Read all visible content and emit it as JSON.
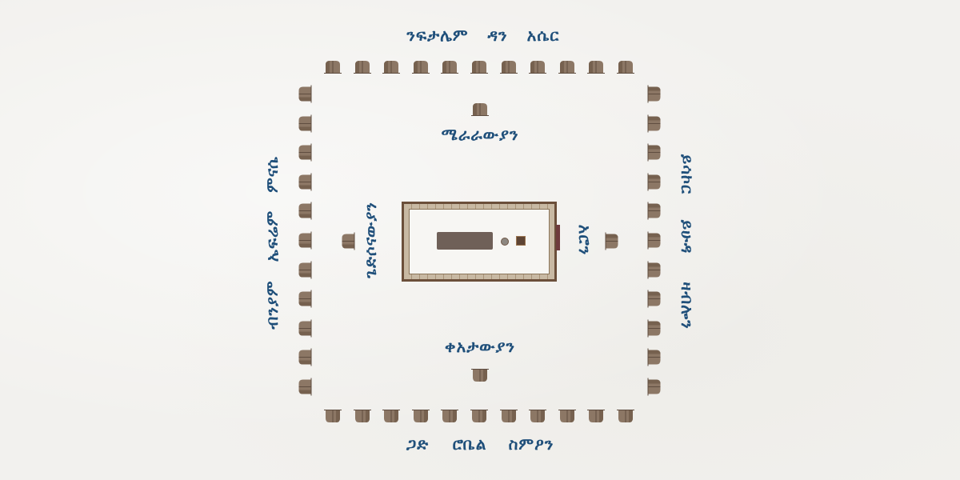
{
  "diagram": {
    "title_region": "Israelite camp arrangement around the tabernacle",
    "colors": {
      "background": "#f2f1ee",
      "label_text": "#1f4f7a",
      "tent_body": "#8c7765",
      "tent_dark": "#5f4d40",
      "tabernacle_border": "#6b4f3a",
      "entrance": "#6e3b3d"
    },
    "outer_tribes": {
      "north": [
        "ንፍታሌም",
        "ዳን",
        "አሴር"
      ],
      "south": [
        "ጋድ",
        "ሮቤል",
        "ስምዖን"
      ],
      "west": [
        "ምናሴ",
        "ኤፍሬም",
        "ብንያም"
      ],
      "east": [
        "ይሳኮር",
        "ይሁዳ",
        "ዛብሎን"
      ]
    },
    "levite_clans": {
      "north": "ሜራራውያን",
      "south": "ቀአታውያን",
      "west": "ጌድሶናውያን",
      "east": "አሮን"
    },
    "tents": {
      "top_row_count": 11,
      "bottom_row_count": 11,
      "left_column_count": 11,
      "right_column_count": 11,
      "inner_count": 4
    },
    "tabernacle": {
      "components": [
        "holy-of-holies",
        "laver",
        "altar",
        "entrance"
      ]
    }
  }
}
